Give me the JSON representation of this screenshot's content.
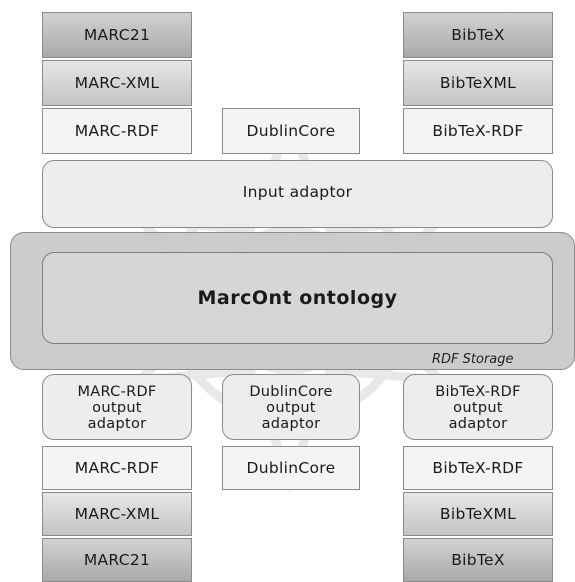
{
  "input_left": [
    "MARC21",
    "MARC-XML",
    "MARC-RDF"
  ],
  "input_center": "DublinCore",
  "input_right": [
    "BibTeX",
    "BibTeXML",
    "BibTeX-RDF"
  ],
  "input_adaptor": "Input adaptor",
  "ontology": "MarcOnt ontology",
  "storage_caption": "RDF Storage",
  "output_adaptors": {
    "left": "MARC-RDF\noutput\nadaptor",
    "center": "DublinCore\noutput\nadaptor",
    "right": "BibTeX-RDF\noutput\nadaptor"
  },
  "output_left": [
    "MARC-RDF",
    "MARC-XML",
    "MARC21"
  ],
  "output_center": "DublinCore",
  "output_right": [
    "BibTeX-RDF",
    "BibTeXML",
    "BibTeX"
  ]
}
